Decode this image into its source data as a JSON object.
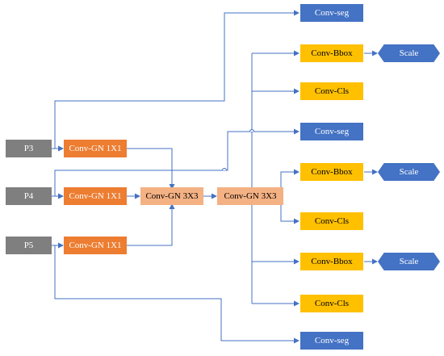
{
  "colors": {
    "input": "#7f7f7f",
    "conv_gn_1x1": "#ed7d31",
    "conv_gn_3x3": "#f4b183",
    "seg": "#4472c4",
    "head": "#ffc000",
    "scale": "#4472c4",
    "arrow": "#4472c4"
  },
  "inputs": {
    "p3": "P3",
    "p4": "P4",
    "p5": "P5"
  },
  "conv1x1": {
    "a": "Conv-GN 1X1",
    "b": "Conv-GN 1X1",
    "c": "Conv-GN 1X1"
  },
  "conv3x3": {
    "a": "Conv-GN 3X3",
    "b": "Conv-GN 3X3"
  },
  "heads": {
    "seg_top": "Conv-seg",
    "bbox_1": "Conv-Bbox",
    "scale_1": "Scale",
    "cls_1": "Conv-Cls",
    "seg_mid": "Conv-seg",
    "bbox_2": "Conv-Bbox",
    "scale_2": "Scale",
    "cls_2": "Conv-Cls",
    "bbox_3": "Conv-Bbox",
    "scale_3": "Scale",
    "cls_3": "Conv-Cls",
    "seg_bot": "Conv-seg"
  }
}
